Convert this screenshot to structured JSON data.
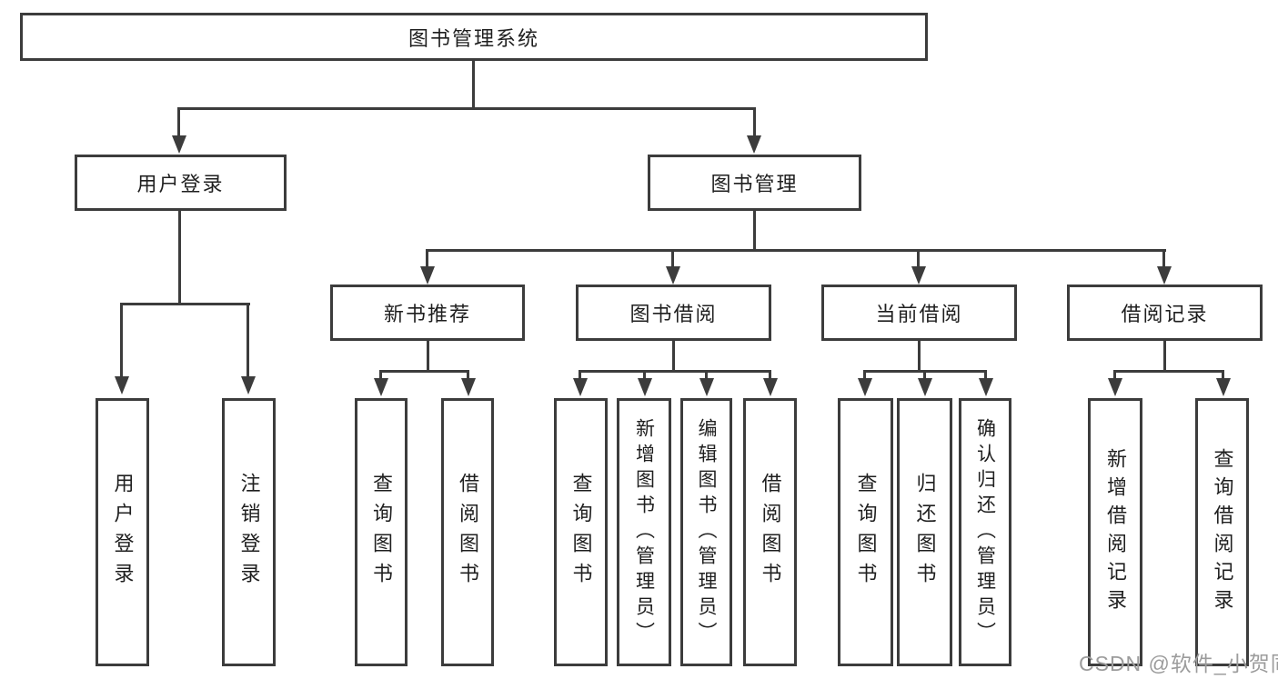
{
  "diagram_type": "hierarchy",
  "nodes": {
    "root": {
      "label": "图书管理系统"
    },
    "login": {
      "label": "用户登录",
      "children": {
        "user_login": {
          "label": "用户登录"
        },
        "logout": {
          "label": "注销登录"
        }
      }
    },
    "mgmt": {
      "label": "图书管理",
      "children": {
        "recommend": {
          "label": "新书推荐",
          "children": {
            "query_books": {
              "label": "查询图书"
            },
            "borrow_books": {
              "label": "借阅图书"
            }
          }
        },
        "borrow": {
          "label": "图书借阅",
          "children": {
            "query_books": {
              "label": "查询图书"
            },
            "add_books": {
              "label": "新增图书（管理员）"
            },
            "edit_books": {
              "label": "编辑图书（管理员）"
            },
            "borrow_books": {
              "label": "借阅图书"
            }
          }
        },
        "current": {
          "label": "当前借阅",
          "children": {
            "query_books": {
              "label": "查询图书"
            },
            "return_books": {
              "label": "归还图书"
            },
            "confirm_return": {
              "label": "确认归还（管理员）"
            }
          }
        },
        "records": {
          "label": "借阅记录",
          "children": {
            "add_record": {
              "label": "新增借阅记录"
            },
            "query_record": {
              "label": "查询借阅记录"
            }
          }
        }
      }
    }
  },
  "watermark": "CSDN @软件_小贺同学",
  "colors": {
    "line": "#3c3c3c",
    "text": "#1f1f1f",
    "box_background": "#ffffff",
    "page_background": "#ffffff",
    "watermark": "#9c9c9c"
  }
}
